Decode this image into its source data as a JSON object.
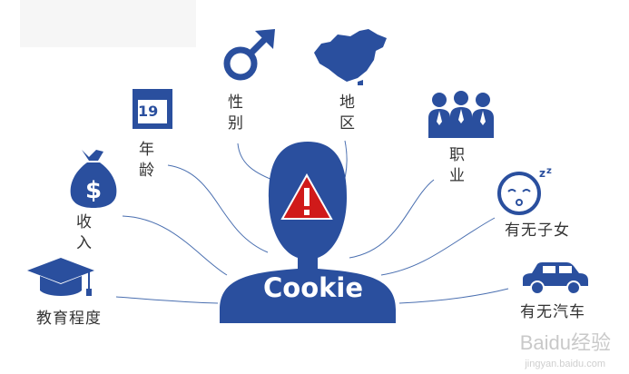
{
  "center": {
    "label": "Cookie"
  },
  "nodes": {
    "gender": "性别",
    "region": "地区",
    "age": "年龄",
    "occupation": "职业",
    "income": "收入",
    "children": "有无子女",
    "education": "教育程度",
    "car": "有无汽车"
  },
  "calendar_day": "19",
  "watermark": {
    "brand": "Baidu经验",
    "url": "jingyan.baidu.com"
  },
  "colors": {
    "primary": "#2a4f9e",
    "warning": "#d01a1a",
    "line": "#4a6fb0"
  }
}
